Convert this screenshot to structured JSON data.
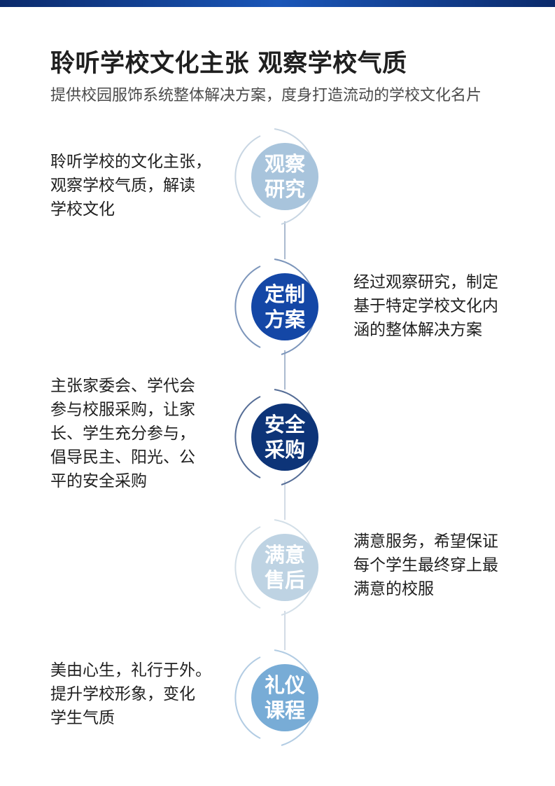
{
  "header": {
    "title": "聆听学校文化主张 观察学校气质",
    "subtitle": "提供校园服饰系统整体解决方案，度身打造流动的学校文化名片"
  },
  "steps": [
    {
      "label_line1": "观察",
      "label_line2": "研究",
      "description": "聆听学校的文化主张，\n观察学校气质，解读\n学校文化",
      "color": "#a8c4dc"
    },
    {
      "label_line1": "定制",
      "label_line2": "方案",
      "description": "经过观察研究，制定\n基于特定学校文化内\n涵的整体解决方案",
      "color": "#1447a6"
    },
    {
      "label_line1": "安全",
      "label_line2": "采购",
      "description": "主张家委会、学代会\n参与校服采购，让家\n长、学生充分参与，\n倡导民主、阳光、公\n平的安全采购",
      "color": "#0d3478"
    },
    {
      "label_line1": "满意",
      "label_line2": "售后",
      "description": "满意服务，希望保证\n每个学生最终穿上最\n满意的校服",
      "color": "#bed3e3"
    },
    {
      "label_line1": "礼仪",
      "label_line2": "课程",
      "description": "美由心生，礼行于外。\n提升学校形象，变化\n学生气质",
      "color": "#78acd6"
    }
  ]
}
